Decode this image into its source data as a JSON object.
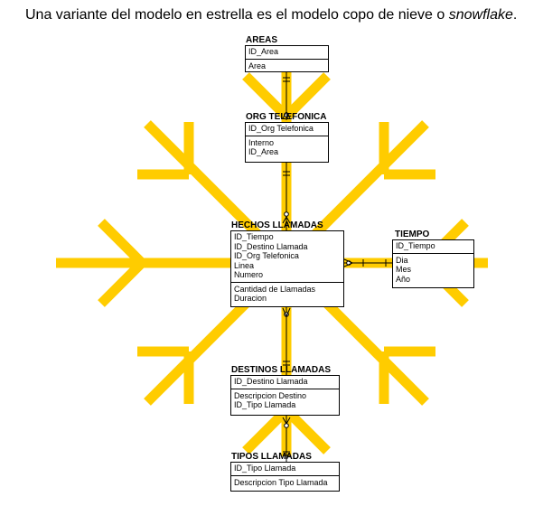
{
  "caption": {
    "prefix": "Una variante del modelo en estrella es el modelo copo de nieve o ",
    "emphasis": "snowflake",
    "suffix": "."
  },
  "colors": {
    "snowflake": "#FFCC00",
    "lines": "#000000",
    "box_border": "#000000"
  },
  "entities": {
    "areas": {
      "title": "AREAS",
      "pk": [
        "ID_Area"
      ],
      "attrs": [
        "Area"
      ]
    },
    "org": {
      "title": "ORG TELEFONICA",
      "pk": [
        "ID_Org Telefonica"
      ],
      "attrs": [
        "Interno",
        "ID_Area"
      ]
    },
    "hechos": {
      "title": "HECHOS LLAMADAS",
      "pk": [
        "ID_Tiempo",
        "ID_Destino Llamada",
        "ID_Org Telefonica",
        "Linea",
        "Numero"
      ],
      "attrs": [
        "Cantidad de Llamadas",
        "Duracion"
      ]
    },
    "tiempo": {
      "title": "TIEMPO",
      "pk": [
        "ID_Tiempo"
      ],
      "attrs": [
        "Dia",
        "Mes",
        "Año"
      ]
    },
    "destinos": {
      "title": "DESTINOS LLAMADAS",
      "pk": [
        "ID_Destino Llamada"
      ],
      "attrs": [
        "Descripcion Destino",
        "ID_Tipo Llamada"
      ]
    },
    "tipos": {
      "title": "TIPOS LLAMADAS",
      "pk": [
        "ID_Tipo Llamada"
      ],
      "attrs": [
        "Descripcion Tipo Llamada"
      ]
    }
  }
}
